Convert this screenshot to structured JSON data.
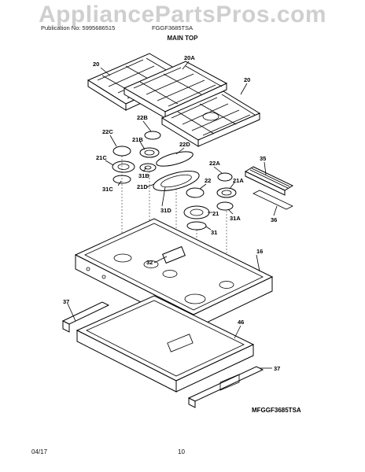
{
  "watermark": "AppliancePartsPros.com",
  "header": {
    "publication": "Publication No: 5995686515",
    "model": "FGGF3685TSA"
  },
  "section_title": "MAIN TOP",
  "diagram_id": "MFGGF3685TSA",
  "footer": {
    "date": "04/17",
    "page": "10"
  },
  "callouts": {
    "c20a": "20",
    "c20b": "20A",
    "c20c": "20",
    "c22b": "22B",
    "c22c": "22C",
    "c21b": "21B",
    "c22d": "22D",
    "c21c": "21C",
    "c31b": "31B",
    "c31c": "31C",
    "c21d": "21D",
    "c22a": "22A",
    "c35": "35",
    "c22": "22",
    "c21a": "21A",
    "c31d": "31D",
    "c21": "21",
    "c31a": "31A",
    "c31": "31",
    "c36": "36",
    "c16": "16",
    "c32": "32",
    "c37a": "37",
    "c46": "46",
    "c37b": "37"
  }
}
